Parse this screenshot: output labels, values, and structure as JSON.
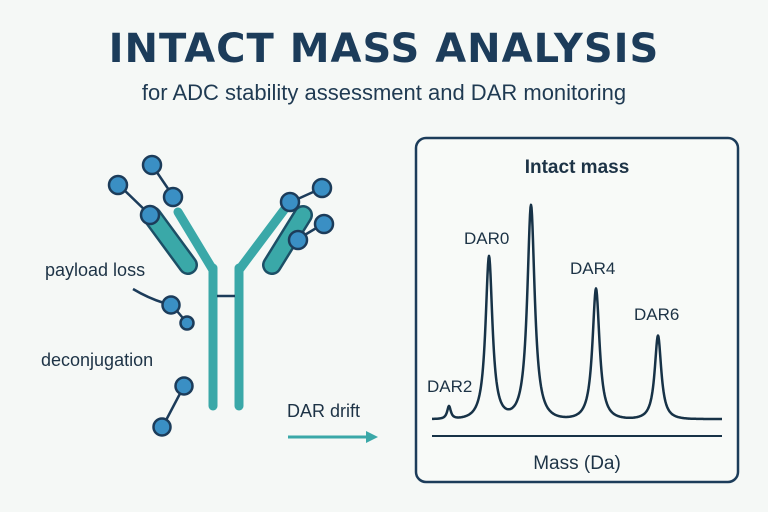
{
  "header": {
    "title": "INTACT MASS ANALYSIS",
    "subtitle": "for ADC stability assessment and DAR monitoring"
  },
  "antibody": {
    "labels": {
      "payload_loss": "payload loss",
      "deconjugation": "deconjugation"
    }
  },
  "arrow": {
    "label": "DAR drift"
  },
  "panel": {
    "title": "Intact mass",
    "xlabel": "Mass (Da)"
  },
  "chart_data": {
    "type": "line",
    "title": "Intact mass",
    "xlabel": "Mass (Da)",
    "ylabel": "",
    "peaks": [
      {
        "label": "DAR2",
        "relative_height": 0.06
      },
      {
        "label": "DAR0",
        "relative_height": 0.76
      },
      {
        "label": "",
        "relative_height": 1.0
      },
      {
        "label": "DAR4",
        "relative_height": 0.61
      },
      {
        "label": "DAR6",
        "relative_height": 0.39
      }
    ]
  },
  "colors": {
    "navy": "#1c3c5a",
    "teal": "#3aa8a8",
    "payload_blue": "#3a8fc4",
    "trace": "#173247"
  }
}
